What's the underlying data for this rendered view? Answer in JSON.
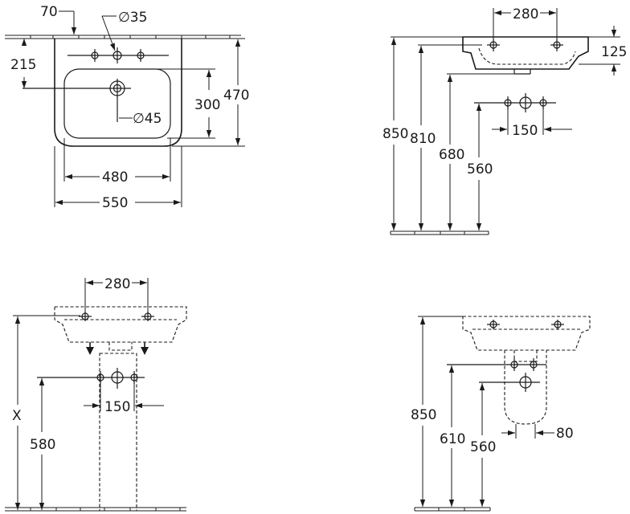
{
  "views": {
    "top": {
      "d70": "70",
      "d35": "∅35",
      "d215": "215",
      "d300": "300",
      "d470": "470",
      "d45": "∅45",
      "d480": "480",
      "d550": "550"
    },
    "side": {
      "d280": "280",
      "d125": "125",
      "d850": "850",
      "d810": "810",
      "d680": "680",
      "d560": "560",
      "d150": "150"
    },
    "front_pedestal": {
      "d280": "280",
      "dX": "X",
      "d580": "580",
      "d150": "150"
    },
    "front_semi": {
      "d850": "850",
      "d610": "610",
      "d560": "560",
      "d80": "80"
    }
  }
}
